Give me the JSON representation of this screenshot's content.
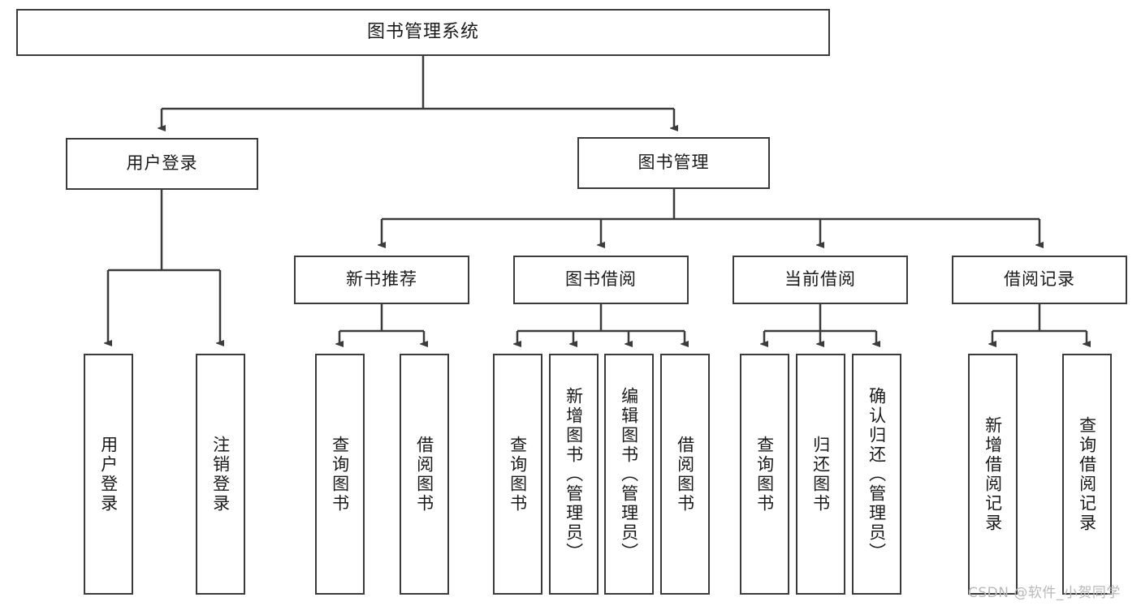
{
  "diagram": {
    "title": "图书管理系统",
    "watermark": "CSDN @软件_小贺同学",
    "colors": {
      "box_border": "#3b3b3b",
      "line": "#3b3b3b",
      "background": "#ffffff",
      "text": "#1a1a1a",
      "watermark": "#b9b9b9"
    },
    "root": {
      "label": "图书管理系统"
    },
    "level1": [
      {
        "label": "用户登录"
      },
      {
        "label": "图书管理"
      }
    ],
    "level2": [
      {
        "label": "新书推荐"
      },
      {
        "label": "图书借阅"
      },
      {
        "label": "当前借阅"
      },
      {
        "label": "借阅记录"
      }
    ],
    "leaves": {
      "user_login": [
        {
          "label": "用户登录"
        },
        {
          "label": "注销登录"
        }
      ],
      "new_book_recommend": [
        {
          "label": "查询图书"
        },
        {
          "label": "借阅图书"
        }
      ],
      "book_borrow": [
        {
          "label": "查询图书"
        },
        {
          "label": "新增图书（管理员）"
        },
        {
          "label": "编辑图书（管理员）"
        },
        {
          "label": "借阅图书"
        }
      ],
      "current_borrow": [
        {
          "label": "查询图书"
        },
        {
          "label": "归还图书"
        },
        {
          "label": "确认归还（管理员）"
        }
      ],
      "borrow_record": [
        {
          "label": "新增借阅记录"
        },
        {
          "label": "查询借阅记录"
        }
      ]
    }
  }
}
